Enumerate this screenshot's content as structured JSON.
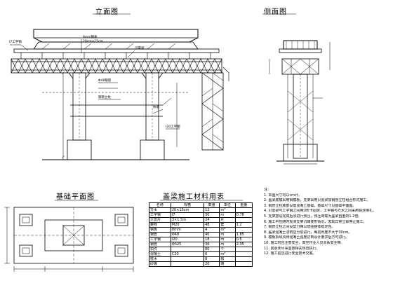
{
  "views": {
    "elevation_title": "立面图",
    "side_title": "侧面图",
    "foundation_title": "基础平面图",
    "table_title": "盖梁施工材料用表"
  },
  "elevation_labels": {
    "l1": "Ⅰ7工字钢",
    "l2": "8mm钢板",
    "l3": "20cm×15cm",
    "l4": "贝雷梁",
    "l5": "Φ48钢管",
    "l6": "钢管立柱",
    "l7": "桥墩",
    "l8": "Ⅰ20工字钢"
  },
  "material_table": {
    "headers": [
      "名称",
      "规格",
      "数量",
      "单位",
      "重量"
    ],
    "rows": [
      [
        "方木",
        "20×15cm",
        "12",
        "m³",
        ""
      ],
      [
        "工字钢",
        "Ⅰ7",
        "30",
        "m",
        "0.78"
      ],
      [
        "贝雷片",
        "3×1.5m",
        "24",
        "片",
        ""
      ],
      [
        "螺栓",
        "M20",
        "48",
        "套",
        "1.2"
      ],
      [
        "钢板",
        "8mm",
        "4",
        "m²",
        ""
      ],
      [
        "钢管",
        "Φ48",
        "40",
        "m",
        "1.85"
      ],
      [
        "工字钢",
        "Ⅰ20",
        "18",
        "m",
        "0.5"
      ],
      [
        "钢管",
        "Φ325",
        "36",
        "m",
        "2.35"
      ],
      [
        "扣件",
        "",
        "80",
        "个",
        ""
      ],
      [
        "混凝土",
        "C20",
        "6",
        "m³",
        ""
      ],
      [
        "枕木",
        "",
        "8",
        "根",
        ""
      ],
      [
        "砂袋",
        "",
        "20",
        "袋",
        ""
      ]
    ]
  },
  "notes": [
    "注：",
    "1. 本图尺寸均以cm计。",
    "2. 盖梁底模采用钢模板，支架采用贝雷梁加钢管立柱组合形式施工。",
    "3. 钢管立柱底部设置混凝土基础，基础尺寸见基础平面图。",
    "4. 贝雷梁与工字钢之间用U形卡固定，工字钢与方木之间采用铁丝绑扎。",
    "5. 支架搭设完成后须进行预压，预压荷载为盖梁自重的1.2倍。",
    "6. 施工中应随时观测支架沉降变形情况，发现异常立即停止施工。",
    "7. 钢管立柱之间设剪刀撑以增强整体稳定性。",
    "8. 盖梁混凝土浇筑应分层进行，每层厚度不大于30cm。",
    "9. 模板拆除须待混凝土强度达到设计要求后方可进行。",
    "10. 施工时应注意安全，高空作业人员须系安全带。",
    "11. 其余未尽事宜按相关规范执行。",
    "12. 施工前应进行安全技术交底。"
  ]
}
